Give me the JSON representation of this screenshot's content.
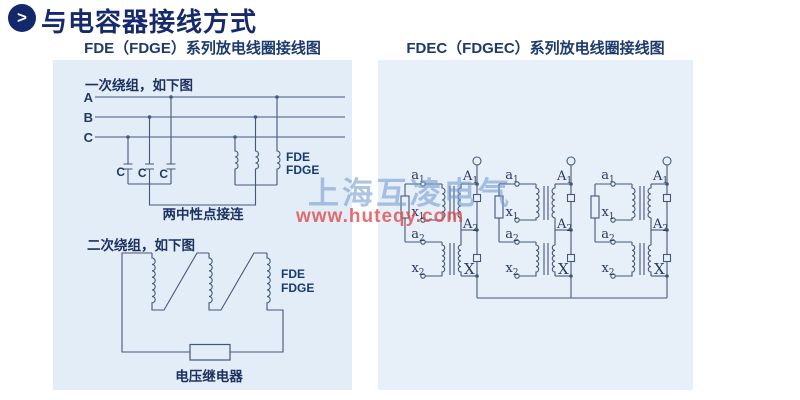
{
  "header": {
    "icon_glyph": ">",
    "title": "与电容器接线方式"
  },
  "left_panel": {
    "title": "FDE（FDGE）系列放电线圈接线图",
    "primary_caption": "一次绕组，如下图",
    "phase_labels": [
      "A",
      "B",
      "C"
    ],
    "capacitor_labels": [
      "C",
      "C",
      "C"
    ],
    "coil_model_line1": "FDE",
    "coil_model_line2": "FDGE",
    "neutral_note": "两中性点接连",
    "secondary_caption": "二次绕组，如下图",
    "relay_label": "电压继电器"
  },
  "right_panel": {
    "title": "FDEC（FDGEC）系列放电线圈接线图",
    "terminals": {
      "a1": {
        "letter": "a",
        "sub": "1"
      },
      "x1": {
        "letter": "x",
        "sub": "1"
      },
      "a2": {
        "letter": "a",
        "sub": "2"
      },
      "x2": {
        "letter": "x",
        "sub": "2"
      },
      "A1": {
        "letter": "A",
        "sub": "1"
      },
      "A2": {
        "letter": "A",
        "sub": "2"
      },
      "X": {
        "letter": "X",
        "sub": ""
      }
    }
  },
  "watermark": {
    "line1": "上海互凌电气",
    "line2": "www.huteqy.com"
  },
  "colors": {
    "accent_navy": "#15296c",
    "panel_blue_left": "#e3edf8",
    "panel_blue_right": "#e7f0f9",
    "wire": "#44587a",
    "watermark_blue": "#769cd1",
    "watermark_red": "#de4848"
  }
}
